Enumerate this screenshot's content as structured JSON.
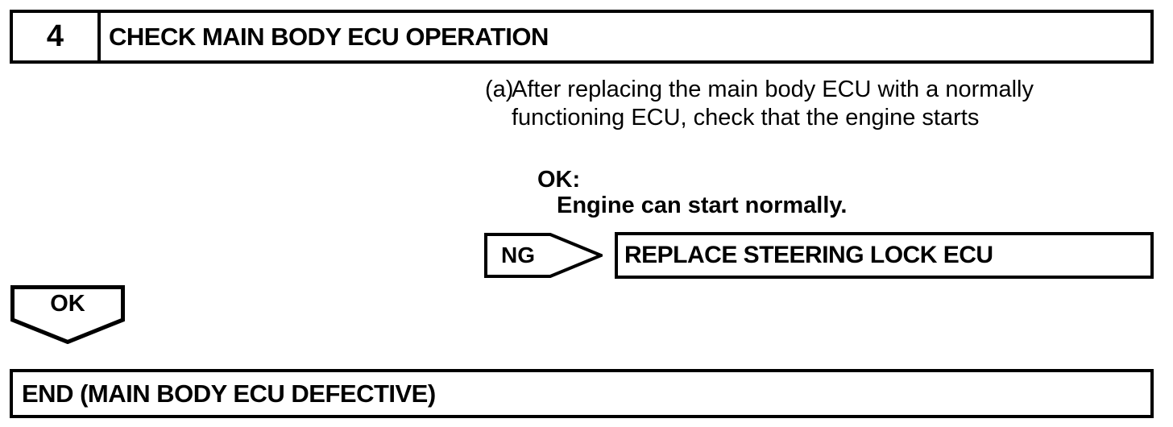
{
  "colors": {
    "ink": "#000000",
    "paper": "#ffffff"
  },
  "step_header": {
    "number": "4",
    "title": "CHECK MAIN BODY ECU OPERATION"
  },
  "instruction": {
    "marker": "(a)",
    "text_line1": "After replacing the main body ECU with a normally",
    "text_line2": "functioning ECU, check that the engine starts",
    "ok_heading": "OK:",
    "ok_criteria": "Engine can start normally."
  },
  "ng_branch": {
    "label": "NG",
    "action": "REPLACE STEERING LOCK ECU"
  },
  "ok_branch": {
    "label": "OK"
  },
  "result": {
    "text": "END (MAIN BODY ECU DEFECTIVE)"
  }
}
